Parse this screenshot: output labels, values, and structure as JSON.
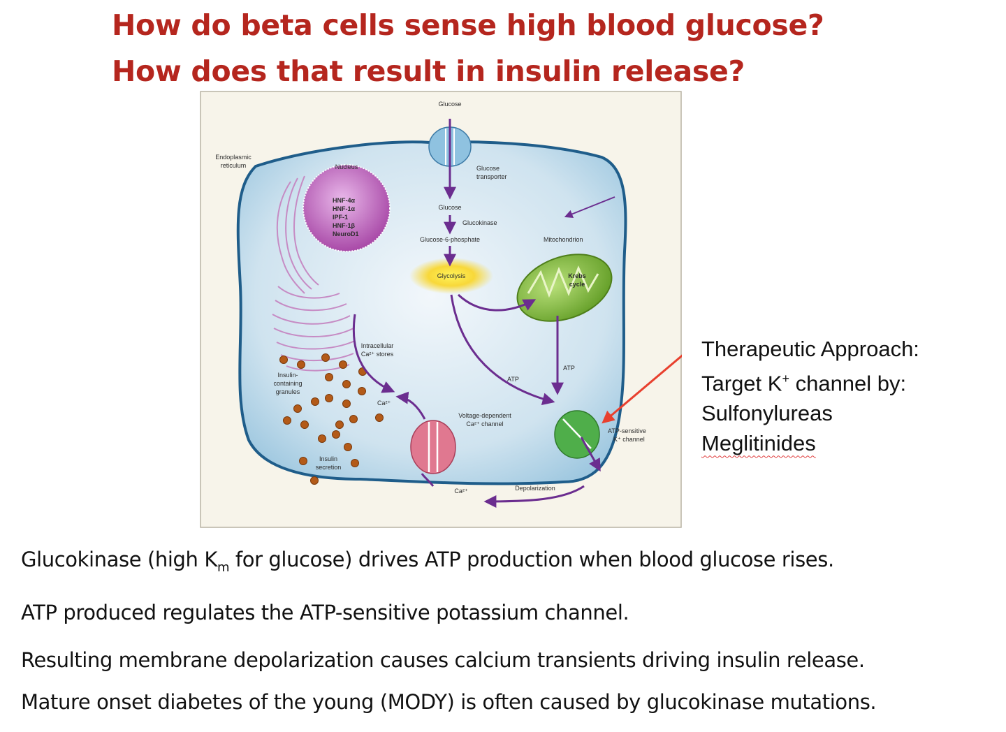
{
  "title": {
    "line1": "How do beta cells sense high blood glucose?",
    "line2": "How does that result in insulin release?"
  },
  "diagram": {
    "glucose_top": "Glucose",
    "er_line1": "Endoplasmic",
    "er_line2": "reticulum",
    "nucleus": "Nucleus",
    "nucleus_factors": [
      "HNF-4α",
      "HNF-1α",
      "IPF-1",
      "HNF-1β",
      "NeuroD1"
    ],
    "glucose_transporter_line1": "Glucose",
    "glucose_transporter_line2": "transporter",
    "glucose_inside": "Glucose",
    "glucokinase": "Glucokinase",
    "glucose_6_phosphate": "Glucose-6-phosphate",
    "mitochondrion": "Mitochondrion",
    "glycolysis": "Glycolysis",
    "krebs_line1": "Krebs",
    "krebs_line2": "cycle",
    "ca_stores_line1": "Intracellular",
    "ca_stores_line2": "Ca²⁺ stores",
    "atp_right": "ATP",
    "atp_center": "ATP",
    "granules_line1": "Insulin-",
    "granules_line2": "containing",
    "granules_line3": "granules",
    "ca_inside": "Ca²⁺",
    "vdcc_line1": "Voltage-dependent",
    "vdcc_line2": "Ca²⁺ channel",
    "katp_line1": "ATP-sensitive",
    "katp_line2": "K⁺ channel",
    "secretion_line1": "Insulin",
    "secretion_line2": "secretion",
    "ca_outside": "Ca²⁺",
    "depolarization": "Depolarization"
  },
  "therapy": {
    "line1": "Therapeutic Approach:",
    "line2_pre": "Target K",
    "line2_sup": "+",
    "line2_post": " channel by:",
    "line3": "Sulfonylureas",
    "line4": "Meglitinides"
  },
  "body": {
    "line1_pre": "Glucokinase (high K",
    "line1_sub": "m",
    "line1_post": " for glucose) drives ATP production when blood glucose rises.",
    "line2": "ATP produced regulates the ATP-sensitive potassium channel.",
    "line3": "Resulting membrane depolarization causes calcium transients driving insulin release.",
    "line4": "Mature onset diabetes of the young (MODY) is often caused by glucokinase mutations."
  },
  "colors": {
    "title": "#b5261e",
    "cell_membrane": "#1f5d8a",
    "cytoplasm": "#bcd9ea",
    "nucleus": "#b055b0",
    "mitochondrion": "#79b432",
    "arrow": "#6b2d8f",
    "pointer": "#e8402e",
    "katp_channel": "#4fae4a",
    "vdcc_channel": "#e07890",
    "transporter": "#8fc2e0",
    "granule": "#b35a18"
  }
}
